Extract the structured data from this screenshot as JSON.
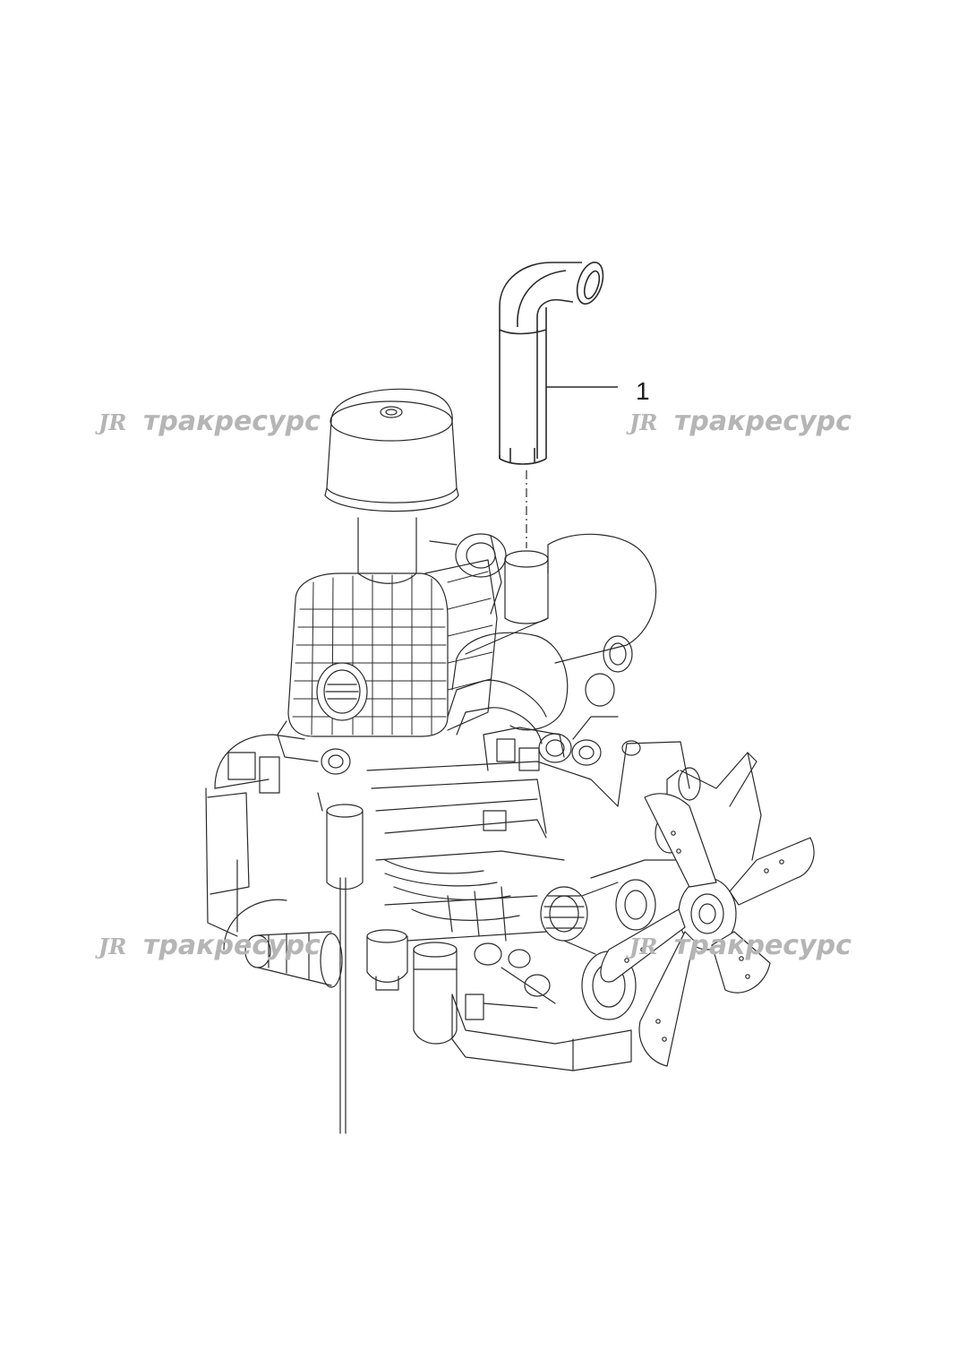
{
  "callouts": [
    {
      "number": "1",
      "part": "exhaust-pipe"
    }
  ],
  "watermarks": [
    {
      "logo": "JR",
      "text": "тракресурс"
    },
    {
      "logo": "JR",
      "text": "тракресурс"
    },
    {
      "logo": "JR",
      "text": "тракресурс"
    },
    {
      "logo": "JR",
      "text": "тракресурс"
    }
  ],
  "colors": {
    "line": "#2a2a2a",
    "watermark": "#b5b5b5",
    "background": "#ffffff"
  }
}
